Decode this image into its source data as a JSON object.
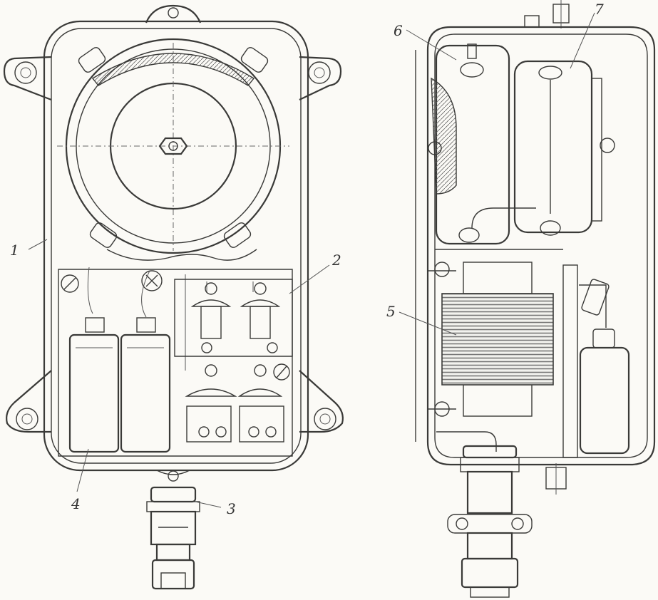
{
  "labels": [
    {
      "key": "housing",
      "text": "1"
    },
    {
      "key": "terminal-board",
      "text": "2"
    },
    {
      "key": "plug-connector",
      "text": "3"
    },
    {
      "key": "capacitors",
      "text": "4"
    },
    {
      "key": "transformer",
      "text": "5"
    },
    {
      "key": "relay",
      "text": "6"
    },
    {
      "key": "coil-unit",
      "text": "7"
    }
  ],
  "colors": {
    "ink": "#3a3a38",
    "paper": "#fbfaf6"
  }
}
